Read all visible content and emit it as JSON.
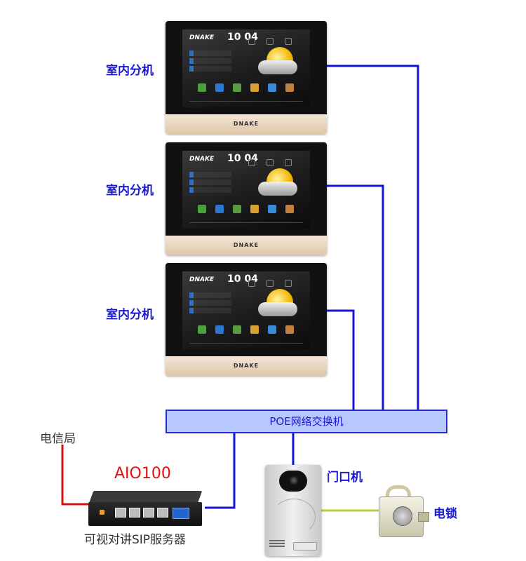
{
  "monitors": [
    {
      "label": "室内分机",
      "brand": "DNAKE",
      "time": "10 04",
      "chin_brand": "DNAKE"
    },
    {
      "label": "室内分机",
      "brand": "DNAKE",
      "time": "10 04",
      "chin_brand": "DNAKE"
    },
    {
      "label": "室内分机",
      "brand": "DNAKE",
      "time": "10 04",
      "chin_brand": "DNAKE"
    }
  ],
  "switch": {
    "label": "POE网络交换机"
  },
  "telecom": {
    "label": "电信局"
  },
  "server": {
    "model": "AIO100",
    "caption": "可视对讲SIP服务器"
  },
  "door_station": {
    "label": "门口机"
  },
  "lock": {
    "label": "电锁"
  },
  "colors": {
    "network_wire": "#1414d8",
    "telecom_wire": "#d01010",
    "lock_wire": "#b0d040",
    "label_blue": "#1a1ad0",
    "switch_fill": "#b7c8ff",
    "model_red": "#e01010"
  }
}
